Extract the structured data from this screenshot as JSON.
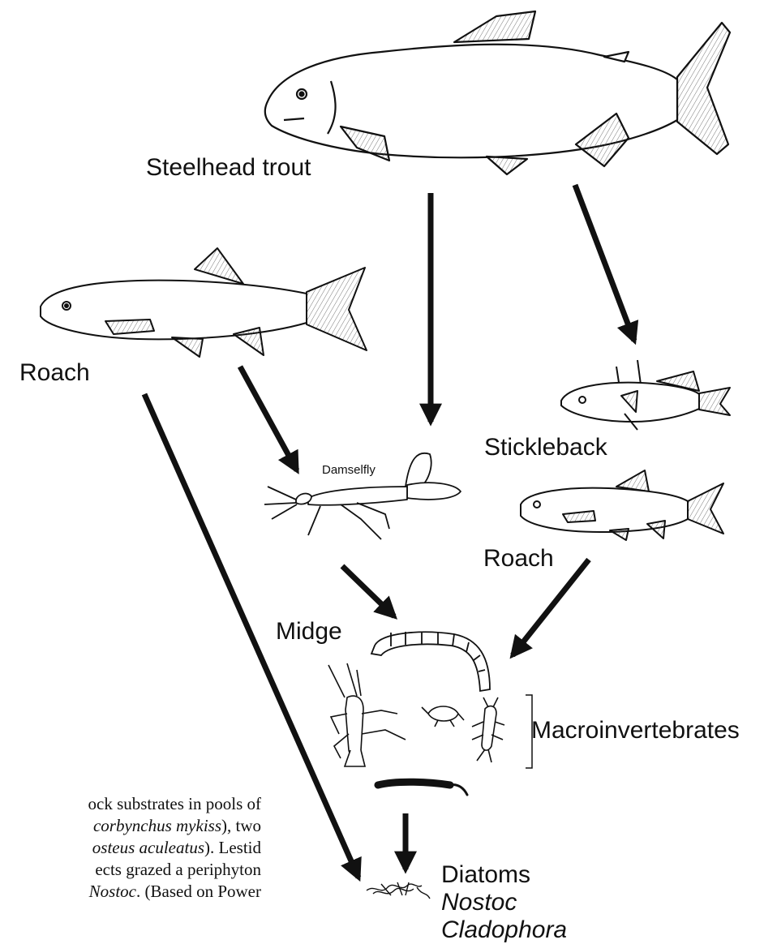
{
  "nodes": {
    "steelhead_trout": "Steelhead trout",
    "roach_left": "Roach",
    "damselfly": "Damselfly",
    "stickleback": "Stickleback",
    "roach_right": "Roach",
    "midge": "Midge",
    "macroinvertebrates": "Macroinvertebrates",
    "diatoms": "Diatoms",
    "nostoc": "Nostoc",
    "cladophora": "Cladophora"
  },
  "caption": {
    "l1": "ock substrates in pools of",
    "l2": "corbynchus mykiss",
    "l2b": "), two",
    "l3": "osteus aculeatus",
    "l3b": "). Lestid",
    "l4": "ects grazed a periphyton",
    "l5": "Nostoc",
    "l5b": ". (Based on Power"
  }
}
